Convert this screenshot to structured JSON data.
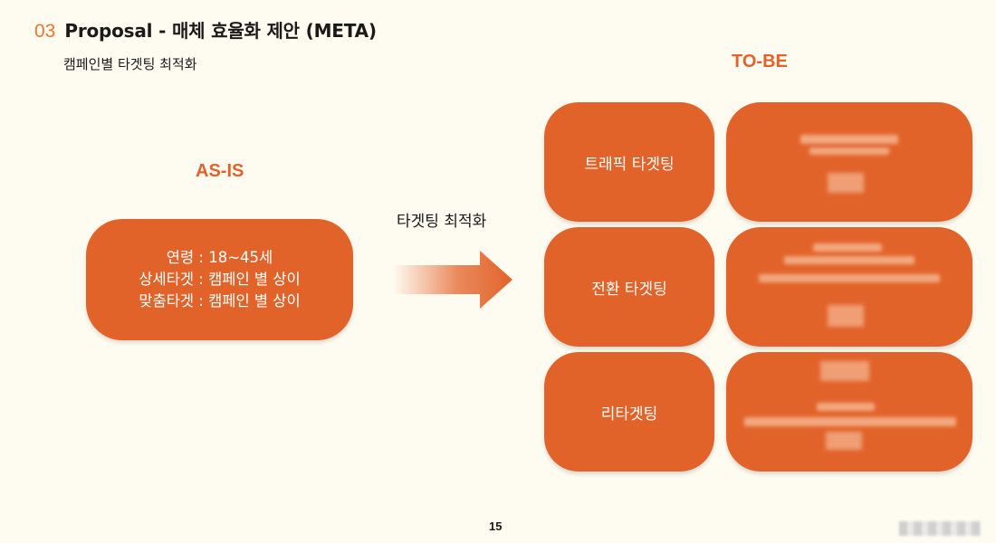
{
  "header": {
    "number": "03",
    "title": "Proposal - 매체 효율화 제안 (META)"
  },
  "subtitle": "캠페인별 타겟팅 최적화",
  "as_is": {
    "label": "AS-IS",
    "lines": [
      "연령 : 18~45세",
      "상세타겟 : 캠페인 별 상이",
      "맞춤타겟 : 캠페인 별 상이"
    ]
  },
  "arrow_label": "타겟팅 최적화",
  "to_be": {
    "label": "TO-BE",
    "items": [
      {
        "label": "트래픽 타겟팅"
      },
      {
        "label": "전환 타겟팅"
      },
      {
        "label": "리타겟팅"
      }
    ]
  },
  "page_number": "15",
  "colors": {
    "accent": "#e2632a",
    "background": "#fefbf1",
    "number": "#e8782f"
  }
}
